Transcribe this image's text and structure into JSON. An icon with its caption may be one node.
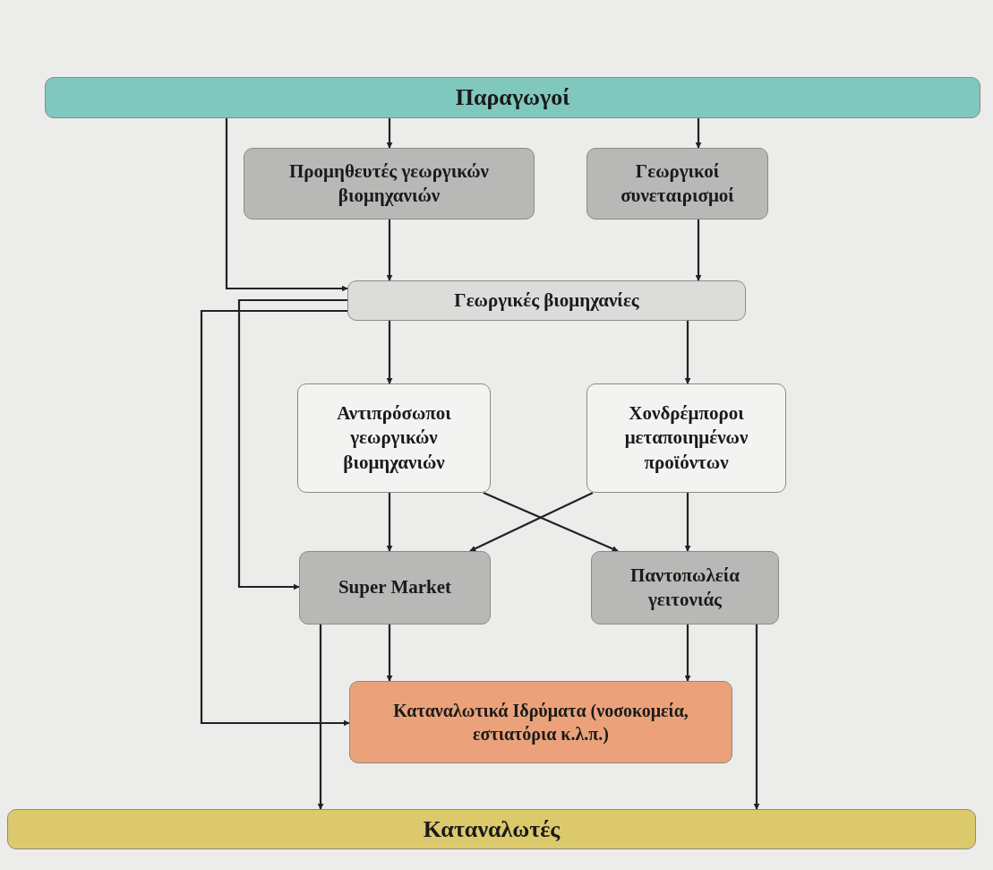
{
  "diagram": {
    "nodes": [
      {
        "text": [
          "Παραγωγοί"
        ]
      },
      {
        "text": [
          "Προμηθευτές γεωργικών βιομηχανιών"
        ]
      },
      {
        "text": [
          "Γεωργικοί συνεταιρισμοί"
        ]
      },
      {
        "text": [
          "Γεωργικές βιομηχανίες"
        ]
      },
      {
        "text": [
          "Αντιπρόσωποι γεωργικών βιομηχανιών"
        ]
      },
      {
        "text": [
          "Χονδρέμποροι μεταποιημένων προϊόντων"
        ]
      },
      {
        "text": [
          "Super Market"
        ]
      },
      {
        "text": [
          "Παντοπωλεία γειτονιάς"
        ]
      },
      {
        "text": [
          "Καταναλωτικά Ιδρύματα (νοσοκομεία, εστιατόρια κ.λ.π.)"
        ]
      },
      {
        "text": [
          "Καταναλωτές"
        ]
      }
    ],
    "edges": [
      {
        "from": 0,
        "to": 1,
        "arrow": "to"
      },
      {
        "from": 0,
        "to": 2,
        "arrow": "to"
      },
      {
        "from": 0,
        "to": 3,
        "arrow": "to"
      },
      {
        "from": 1,
        "to": 3,
        "arrow": "to"
      },
      {
        "from": 2,
        "to": 3,
        "arrow": "to"
      },
      {
        "from": 3,
        "to": 4,
        "arrow": "to"
      },
      {
        "from": 3,
        "to": 5,
        "arrow": "to"
      },
      {
        "from": 3,
        "to": 6,
        "arrow": "to"
      },
      {
        "from": 3,
        "to": 8,
        "arrow": "to"
      },
      {
        "from": 4,
        "to": 6,
        "arrow": "to"
      },
      {
        "from": 4,
        "to": 7,
        "arrow": "to"
      },
      {
        "from": 5,
        "to": 6,
        "arrow": "to"
      },
      {
        "from": 5,
        "to": 7,
        "arrow": "to"
      },
      {
        "from": 6,
        "to": 8,
        "arrow": "to"
      },
      {
        "from": 7,
        "to": 8,
        "arrow": "to"
      },
      {
        "from": 6,
        "to": 9,
        "arrow": "to"
      },
      {
        "from": 7,
        "to": 9,
        "arrow": "to"
      }
    ]
  }
}
